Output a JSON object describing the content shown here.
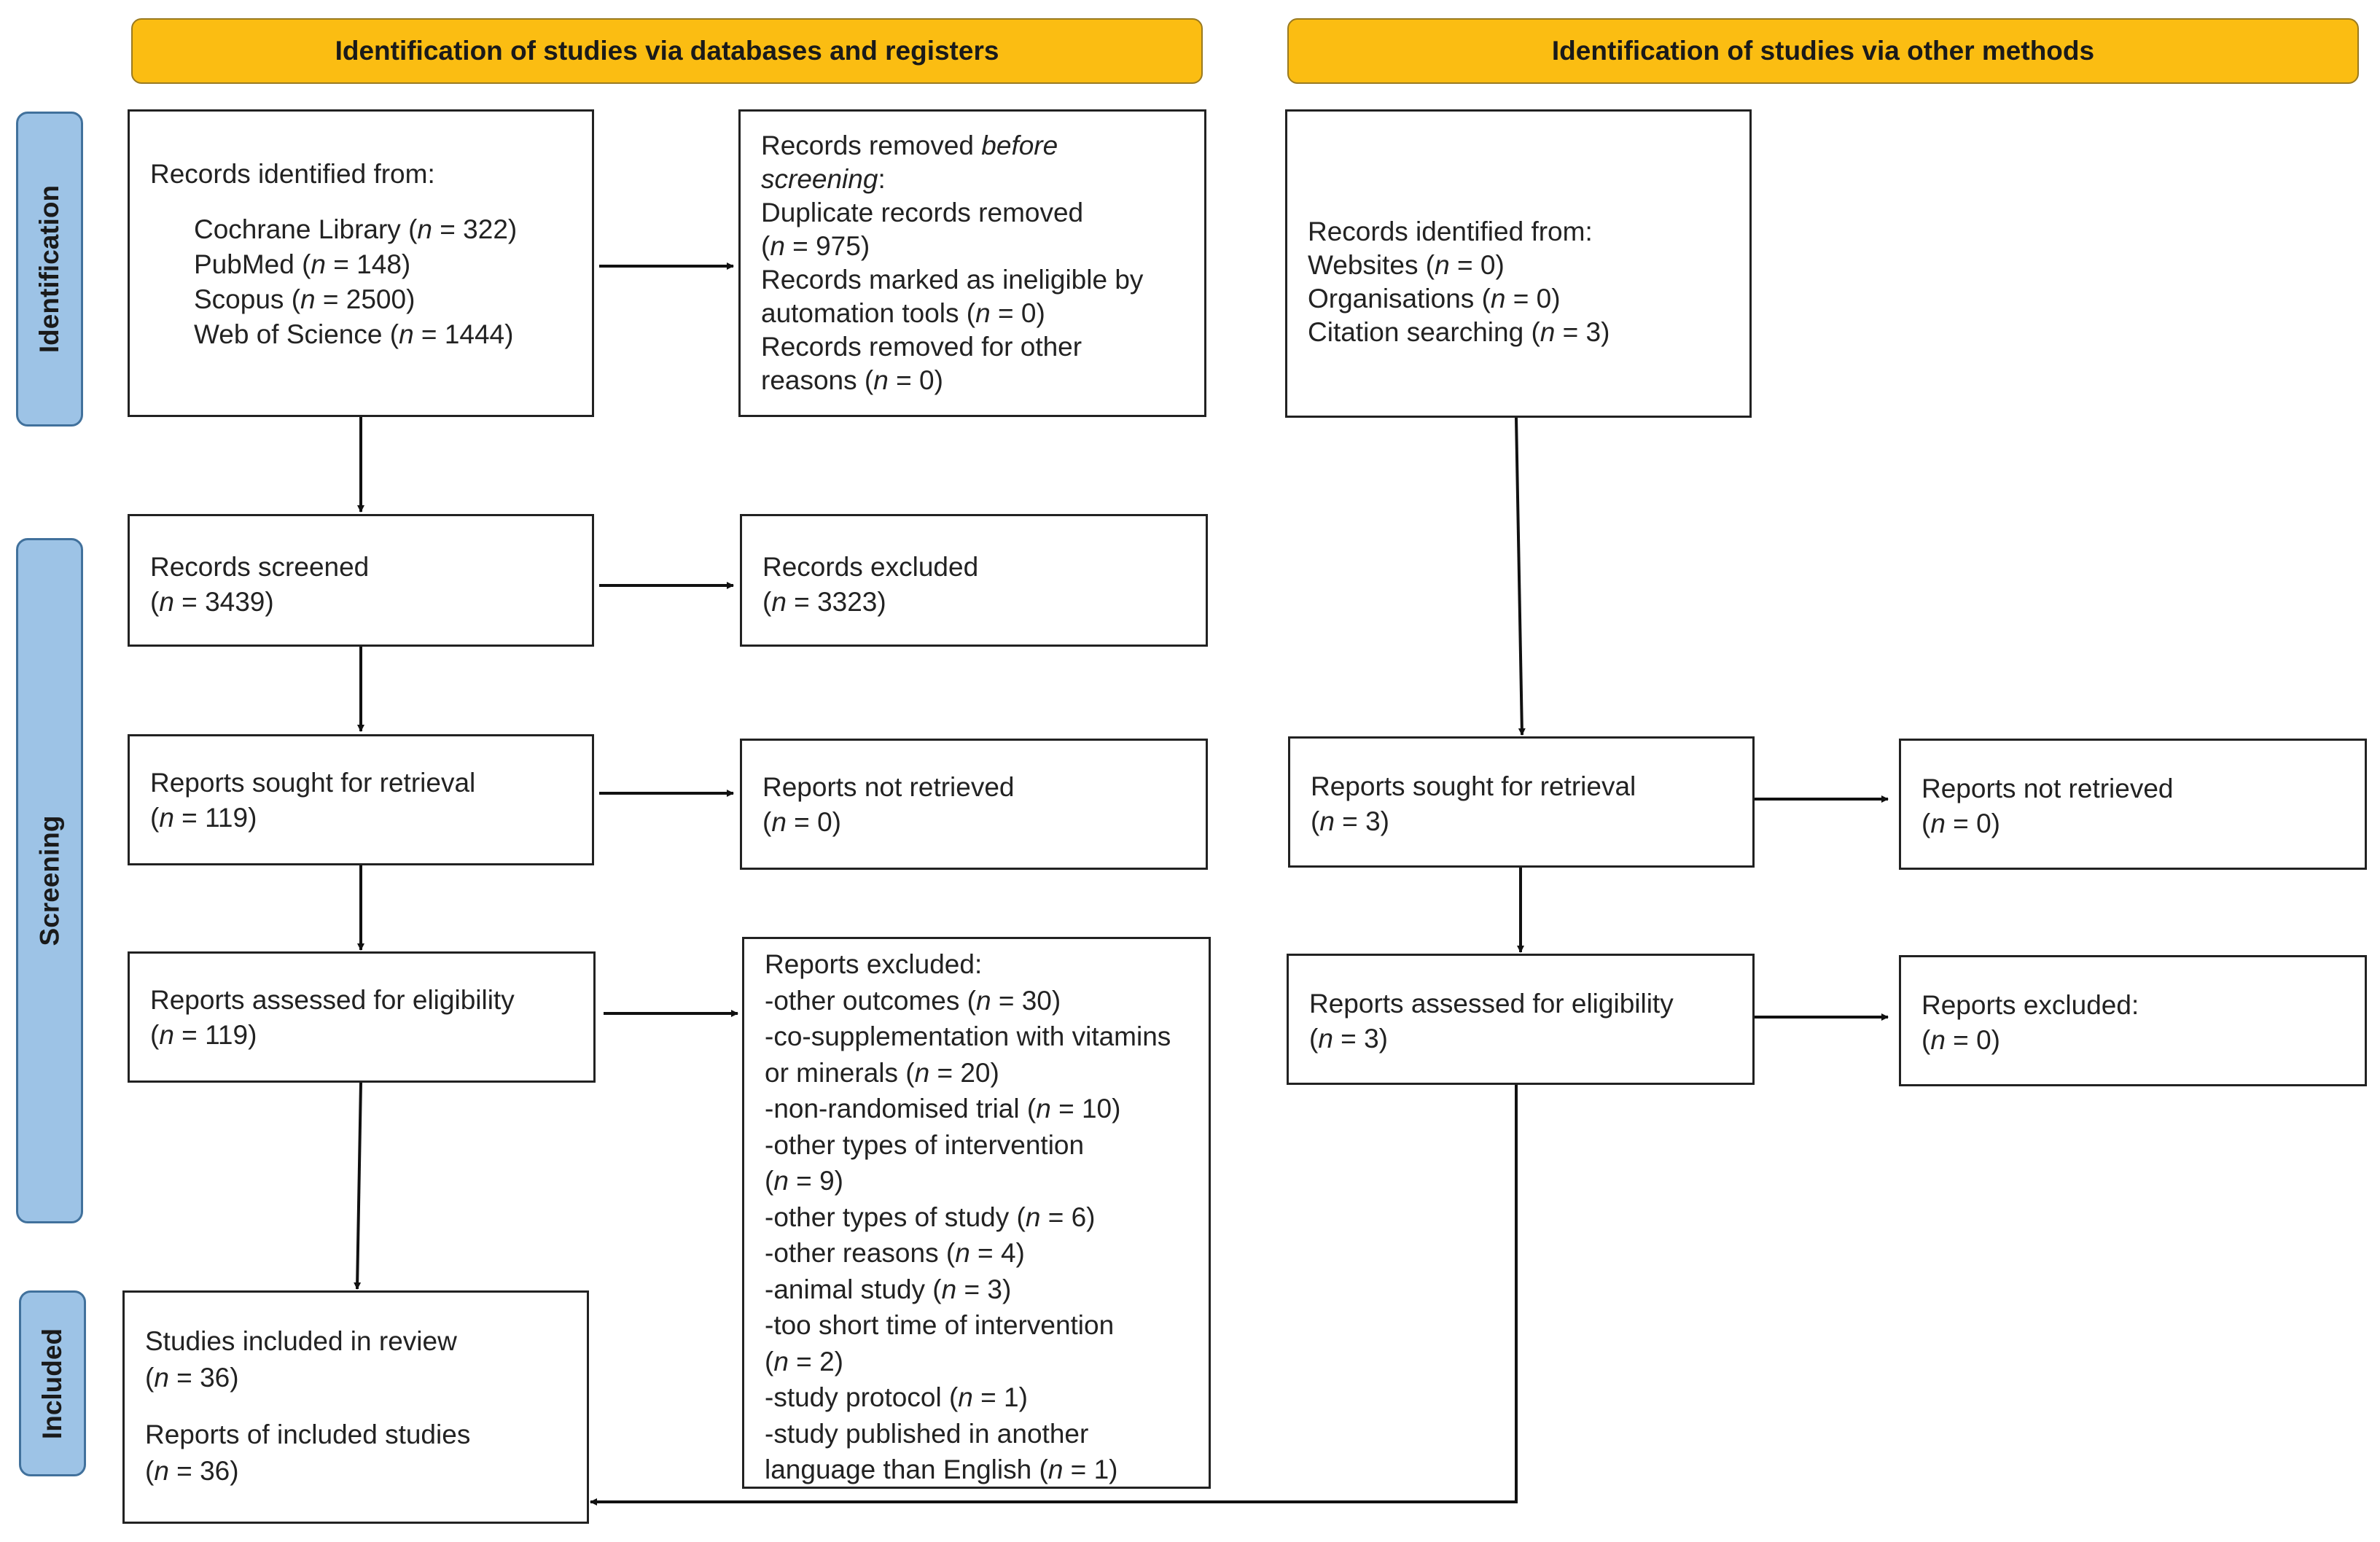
{
  "headers": {
    "databases": "Identification of studies via databases and registers",
    "other": "Identification of studies via other methods"
  },
  "stages": {
    "identification": "Identification",
    "screening": "Screening",
    "included": "Included"
  },
  "db": {
    "records_identified": {
      "title": "Records identified from:",
      "sources": [
        {
          "name": "Cochrane Library",
          "n": "322"
        },
        {
          "name": "PubMed",
          "n": "148"
        },
        {
          "name": "Scopus",
          "n": "2500"
        },
        {
          "name": "Web of Science",
          "n": "1444"
        }
      ]
    },
    "records_removed": {
      "title": "Records removed ",
      "title_italic": "before screening",
      "lines": [
        {
          "label": "Duplicate records removed",
          "n": "975"
        },
        {
          "label": "Records marked as ineligible by automation tools",
          "n": "0"
        },
        {
          "label": "Records removed for other reasons",
          "n": "0"
        }
      ]
    },
    "records_screened": {
      "label": "Records screened",
      "n": "3439"
    },
    "records_excluded": {
      "label": "Records excluded",
      "n": "3323"
    },
    "reports_sought": {
      "label": "Reports sought for retrieval",
      "n": "119"
    },
    "reports_not_retrieved": {
      "label": "Reports not retrieved",
      "n": "0"
    },
    "reports_assessed": {
      "label": "Reports assessed for eligibility",
      "n": "119"
    },
    "reports_excluded": {
      "title": "Reports excluded:",
      "reasons": [
        {
          "label": "-other outcomes",
          "n": "30"
        },
        {
          "label": "-co-supplementation with vitamins or minerals",
          "n": "20"
        },
        {
          "label": "-non-randomised trial",
          "n": "10"
        },
        {
          "label": "-other types of intervention",
          "n": "9"
        },
        {
          "label": "-other types of study",
          "n": "6"
        },
        {
          "label": "-other reasons",
          "n": "4"
        },
        {
          "label": "-animal study",
          "n": "3"
        },
        {
          "label": "-too short time of intervention",
          "n": "2"
        },
        {
          "label": "-study protocol",
          "n": "1"
        },
        {
          "label": "-study published in another language than English",
          "n": "1"
        }
      ]
    },
    "studies_included": {
      "label": "Studies included in review",
      "n": "36"
    },
    "reports_included": {
      "label": "Reports of included studies",
      "n": "36"
    }
  },
  "other": {
    "records_identified": {
      "title": "Records identified from:",
      "sources": [
        {
          "name": "Websites",
          "n": "0"
        },
        {
          "name": "Organisations",
          "n": "0"
        },
        {
          "name": "Citation searching",
          "n": "3"
        }
      ]
    },
    "reports_sought": {
      "label": "Reports sought for retrieval",
      "n": "3"
    },
    "reports_not_retrieved": {
      "label": "Reports not retrieved",
      "n": "0"
    },
    "reports_assessed": {
      "label": "Reports assessed for eligibility",
      "n": "3"
    },
    "reports_excluded": {
      "label": "Reports excluded:",
      "n": "0"
    }
  }
}
